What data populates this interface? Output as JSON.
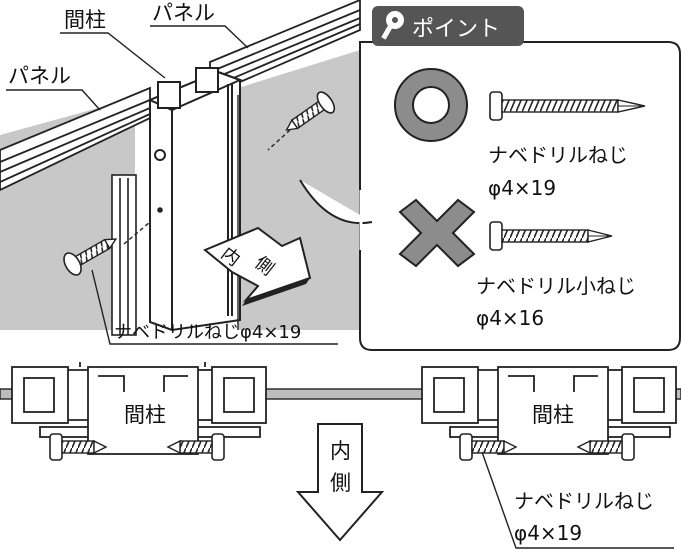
{
  "labels": {
    "column_top": "間柱",
    "panel_top_right": "パネル",
    "panel_top_left": "パネル",
    "point_title": "ポイント",
    "good_screw_name": "ナベドリルねじ",
    "good_screw_size": "φ4×19",
    "bad_screw_name": "ナベドリル小ねじ",
    "bad_screw_size": "φ4×16",
    "inner_char1": "内",
    "inner_char2": "側",
    "callout_screw": "ナベドリルねじφ4×19",
    "column_left": "間柱",
    "column_right": "間柱",
    "bottom_arrow_char1": "内",
    "bottom_arrow_char2": "側",
    "bottom_screw_name": "ナベドリルねじ",
    "bottom_screw_size": "φ4×19"
  },
  "colors": {
    "panel_fill": "#c8c8c8",
    "symbol_fill": "#8c8c8c",
    "badge_fill": "#555555",
    "line": "#222222"
  },
  "icons": {
    "badge_icon": "key-icon",
    "good_mark": "circle-ok-icon",
    "bad_mark": "cross-ng-icon"
  }
}
